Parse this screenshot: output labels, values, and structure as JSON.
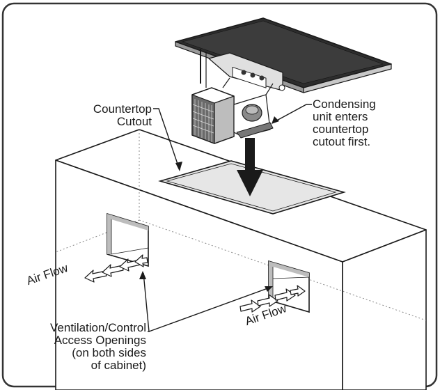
{
  "labels": {
    "countertop_cutout": [
      "Countertop",
      "Cutout"
    ],
    "condensing_note": [
      "Condensing",
      "unit enters",
      "countertop",
      "cutout first."
    ],
    "air_flow_left": "Air Flow",
    "air_flow_right": "Air Flow",
    "ventilation_note": [
      "Ventilation/Control",
      "Access Openings",
      "(on both sides",
      "of cabinet)"
    ]
  },
  "colors": {
    "line": "#1a1a1a",
    "frame": "#333333",
    "shade": "#d9d9d9",
    "dark": "#555555"
  }
}
